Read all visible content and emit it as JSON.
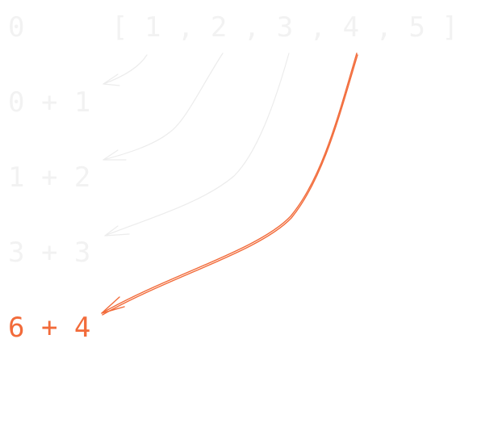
{
  "accumulator_initial": "0",
  "array_display": "[ 1 , 2 , 3 , 4 , 5 ]",
  "steps": [
    {
      "expression": "0 + 1",
      "state": "faded"
    },
    {
      "expression": "1 + 2",
      "state": "faded"
    },
    {
      "expression": "3 + 3",
      "state": "faded"
    },
    {
      "expression": "6 + 4",
      "state": "active"
    }
  ],
  "colors": {
    "faded": "#f2f2f2",
    "faded_arrow": "#ececec",
    "active": "#f26b3a"
  }
}
